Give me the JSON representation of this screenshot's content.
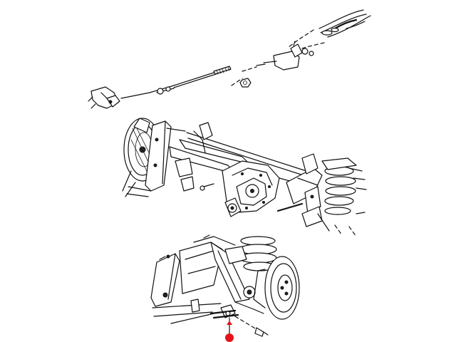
{
  "diagram": {
    "views": [
      "parking-brake-cable-routing",
      "rear-axle-assembly",
      "cable-bracket-detail"
    ],
    "marker_color": "#e3141c",
    "line_color": "#111111",
    "background": "#ffffff"
  }
}
